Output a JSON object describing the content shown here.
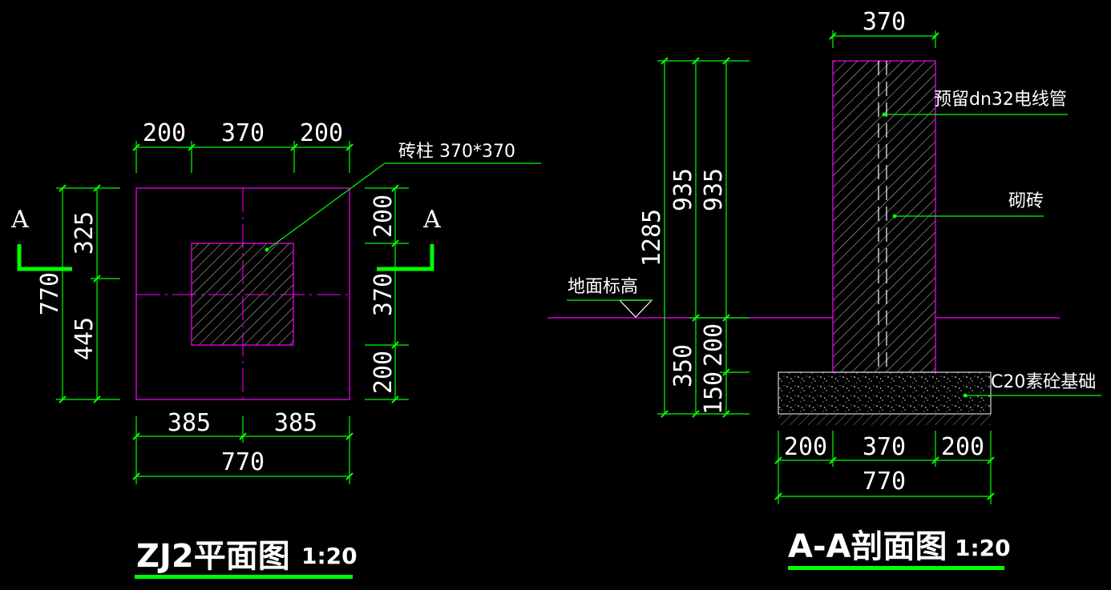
{
  "plan": {
    "top_dims": [
      "200",
      "370",
      "200"
    ],
    "left_outer_dim": "770",
    "left_dims": [
      "325",
      "445"
    ],
    "right_dims": [
      "200",
      "370",
      "200"
    ],
    "bottom_dims": [
      "385",
      "385"
    ],
    "bottom_total": "770",
    "pillar_label": "砖柱 370*370",
    "section_mark": "A",
    "title": "ZJ2平面图",
    "scale": "1:20"
  },
  "section": {
    "top_dim": "370",
    "left_dim_1285": "1285",
    "left_dim_935a": "935",
    "left_dim_935b": "935",
    "left_dim_350": "350",
    "left_dim_200": "200",
    "left_dim_150": "150",
    "bottom_dims": [
      "200",
      "370",
      "200"
    ],
    "bottom_total": "770",
    "conduit_label": "预留dn32电线管",
    "brick_label": "砌砖",
    "ground_label": "地面标高",
    "foundation_label": "C20素砼基础",
    "title": "A-A剖面图",
    "scale": "1:20"
  },
  "colors": {
    "dimension": "#00ff00",
    "outline": "#ff00ff",
    "text": "#ffffff",
    "background": "#000000"
  }
}
